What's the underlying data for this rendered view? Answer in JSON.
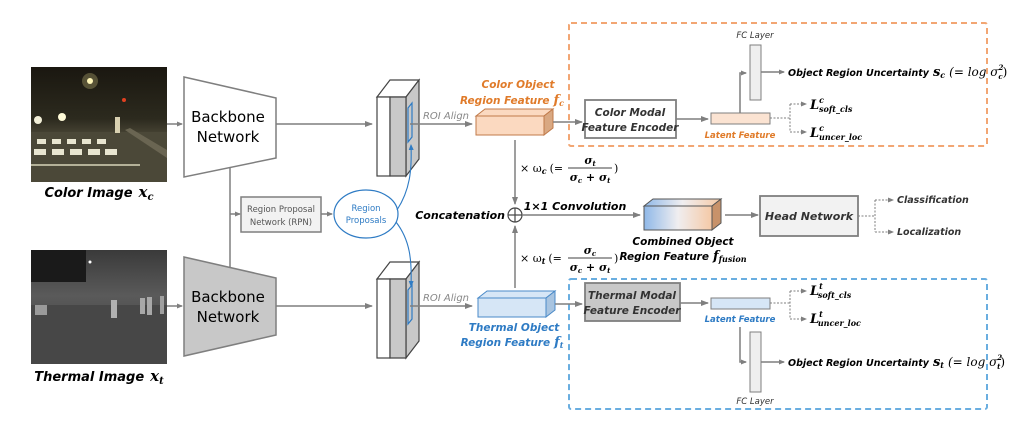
{
  "colors": {
    "line": "#7f7f7f",
    "color_accent": "#e07b2a",
    "thermal_accent": "#2e7bc4",
    "box_fill": "#f2f2f2",
    "dark_box_fill": "#c8c8c8",
    "color_feature_fill": "#fbd9c0",
    "thermal_feature_fill": "#d6e6f6",
    "color_dash": "#f2a673",
    "thermal_dash": "#6aaee0"
  },
  "inputs": {
    "color_image_label": "Color Image",
    "color_image_var": "x",
    "color_image_sub": "c",
    "thermal_image_label": "Thermal Image",
    "thermal_image_var": "x",
    "thermal_image_sub": "t"
  },
  "backbone": {
    "top_line1": "Backbone",
    "top_line2": "Network",
    "bottom_line1": "Backbone",
    "bottom_line2": "Network"
  },
  "rpn": {
    "line1": "Region Proposal",
    "line2": "Network (RPN)",
    "proposals_line1": "Region",
    "proposals_line2": "Proposals"
  },
  "roi": {
    "top_label": "ROI Align",
    "bottom_label": "ROI Align"
  },
  "color_branch": {
    "feature_line1": "Color Object",
    "feature_line2": "Region Feature",
    "feature_var": "f",
    "feature_sub": "c",
    "encoder_line1": "Color Modal",
    "encoder_line2": "Feature Encoder",
    "latent_label": "Latent Feature",
    "fc_label": "FC Layer",
    "uncertainty_label": "Object Region Uncertainty",
    "uncertainty_var": "s",
    "uncertainty_sub": "c",
    "uncertainty_formula": "(= log σ",
    "uncertainty_formula_sup": "2",
    "uncertainty_formula_sub": "c",
    "loss_cls_base": "L",
    "loss_cls_sup": "c",
    "loss_cls_sub": "soft_cls",
    "loss_loc_base": "L",
    "loss_loc_sup": "c",
    "loss_loc_sub": "uncer_loc"
  },
  "thermal_branch": {
    "feature_line1": "Thermal Object",
    "feature_line2": "Region Feature",
    "feature_var": "f",
    "feature_sub": "t",
    "encoder_line1": "Thermal Modal",
    "encoder_line2": "Feature Encoder",
    "latent_label": "Latent Feature",
    "fc_label": "FC Layer",
    "uncertainty_label": "Object Region Uncertainty",
    "uncertainty_var": "s",
    "uncertainty_sub": "t",
    "uncertainty_formula": "(= log σ",
    "uncertainty_formula_sup": "2",
    "uncertainty_formula_sub": "t",
    "loss_cls_base": "L",
    "loss_cls_sup": "t",
    "loss_cls_sub": "soft_cls",
    "loss_loc_base": "L",
    "loss_loc_sup": "t",
    "loss_loc_sub": "uncer_loc"
  },
  "fusion": {
    "weight_c_prefix": "× ω",
    "weight_c_sub": "c",
    "weight_c_eq": "(=",
    "weight_c_num": "σ",
    "weight_c_num_sub": "t",
    "weight_c_den": "σ",
    "weight_c_den_sub1": "c",
    "weight_c_den_plus": " + σ",
    "weight_c_den_sub2": "t",
    "weight_t_prefix": "× ω",
    "weight_t_sub": "t",
    "weight_t_eq": "(=",
    "weight_t_num": "σ",
    "weight_t_num_sub": "c",
    "weight_t_den": "σ",
    "weight_t_den_sub1": "c",
    "weight_t_den_plus": " + σ",
    "weight_t_den_sub2": "t",
    "close_paren": ")",
    "concat_label": "Concatenation",
    "concat_symbol": "⊕",
    "conv_label": "1×1 Convolution",
    "combined_line1": "Combined Object",
    "combined_line2": "Region Feature",
    "combined_var": "f",
    "combined_sub": "fusion"
  },
  "head": {
    "label": "Head Network",
    "out1": "Classification",
    "out2": "Localization"
  }
}
